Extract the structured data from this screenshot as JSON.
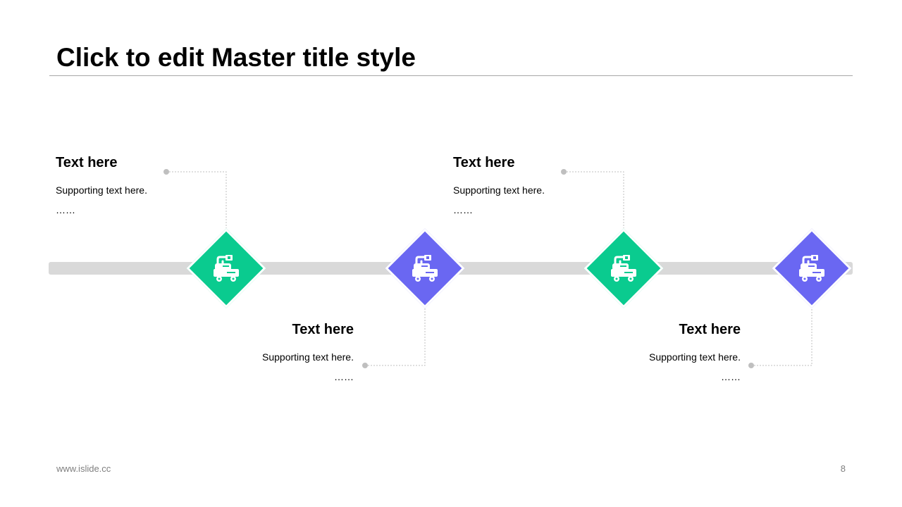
{
  "title": "Click to edit Master title style",
  "colors": {
    "green": "#0acb8f",
    "purple": "#6a67f2",
    "track": "#d9d9d9",
    "connector": "#bfbfbf"
  },
  "steps": [
    {
      "title": "Text here",
      "body": "Supporting  text here.",
      "dots": "……",
      "icon": "crane-truck-icon",
      "color": "green"
    },
    {
      "title": "Text here",
      "body": "Supporting  text here.",
      "dots": "……",
      "icon": "crane-truck-icon",
      "color": "purple"
    },
    {
      "title": "Text here",
      "body": "Supporting  text here.",
      "dots": "……",
      "icon": "crane-truck-icon",
      "color": "green"
    },
    {
      "title": "Text here",
      "body": "Supporting  text here.",
      "dots": "……",
      "icon": "crane-truck-icon",
      "color": "purple"
    }
  ],
  "footer": {
    "url": "www.islide.cc",
    "page_number": "8"
  }
}
